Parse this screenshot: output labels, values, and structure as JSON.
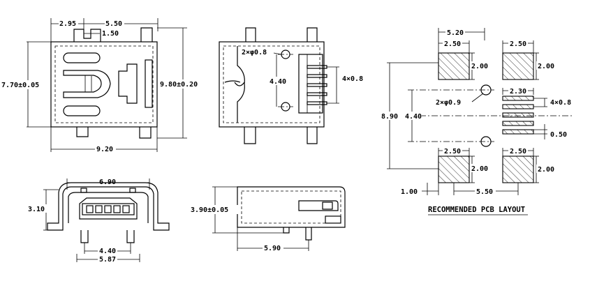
{
  "top_view": {
    "width_left": "2.95",
    "width_mid": "5.50",
    "slot": "1.50",
    "height_left": "7.70±0.05",
    "height_right": "9.80±0.20",
    "width_total": "9.20"
  },
  "side_view": {
    "holes": "2×φ0.8",
    "pin_span": "4.40",
    "pins": "4×0.8"
  },
  "front_view": {
    "opening_width": "6.90",
    "height": "3.10",
    "peg_span": "4.40",
    "overall": "5.87"
  },
  "profile_view": {
    "height": "3.90±0.05",
    "length": "5.90"
  },
  "pcb_layout": {
    "title": "RECOMMENDED PCB LAYOUT",
    "pad_pitch": "5.20",
    "pad_w_tl": "2.50",
    "pad_h_tl": "2.00",
    "pad_w_tr": "2.50",
    "pad_h_tr": "2.00",
    "pad_w_bl": "2.50",
    "pad_h_bl": "2.00",
    "pad_w_br": "2.50",
    "pad_h_br": "2.00",
    "overall_height": "8.90",
    "hole_span": "4.40",
    "holes": "2×φ0.9",
    "sig_width": "2.30",
    "sig_count": "4×0.8",
    "sig_pitch": "0.50",
    "offset": "1.00",
    "pad_span": "5.50"
  }
}
